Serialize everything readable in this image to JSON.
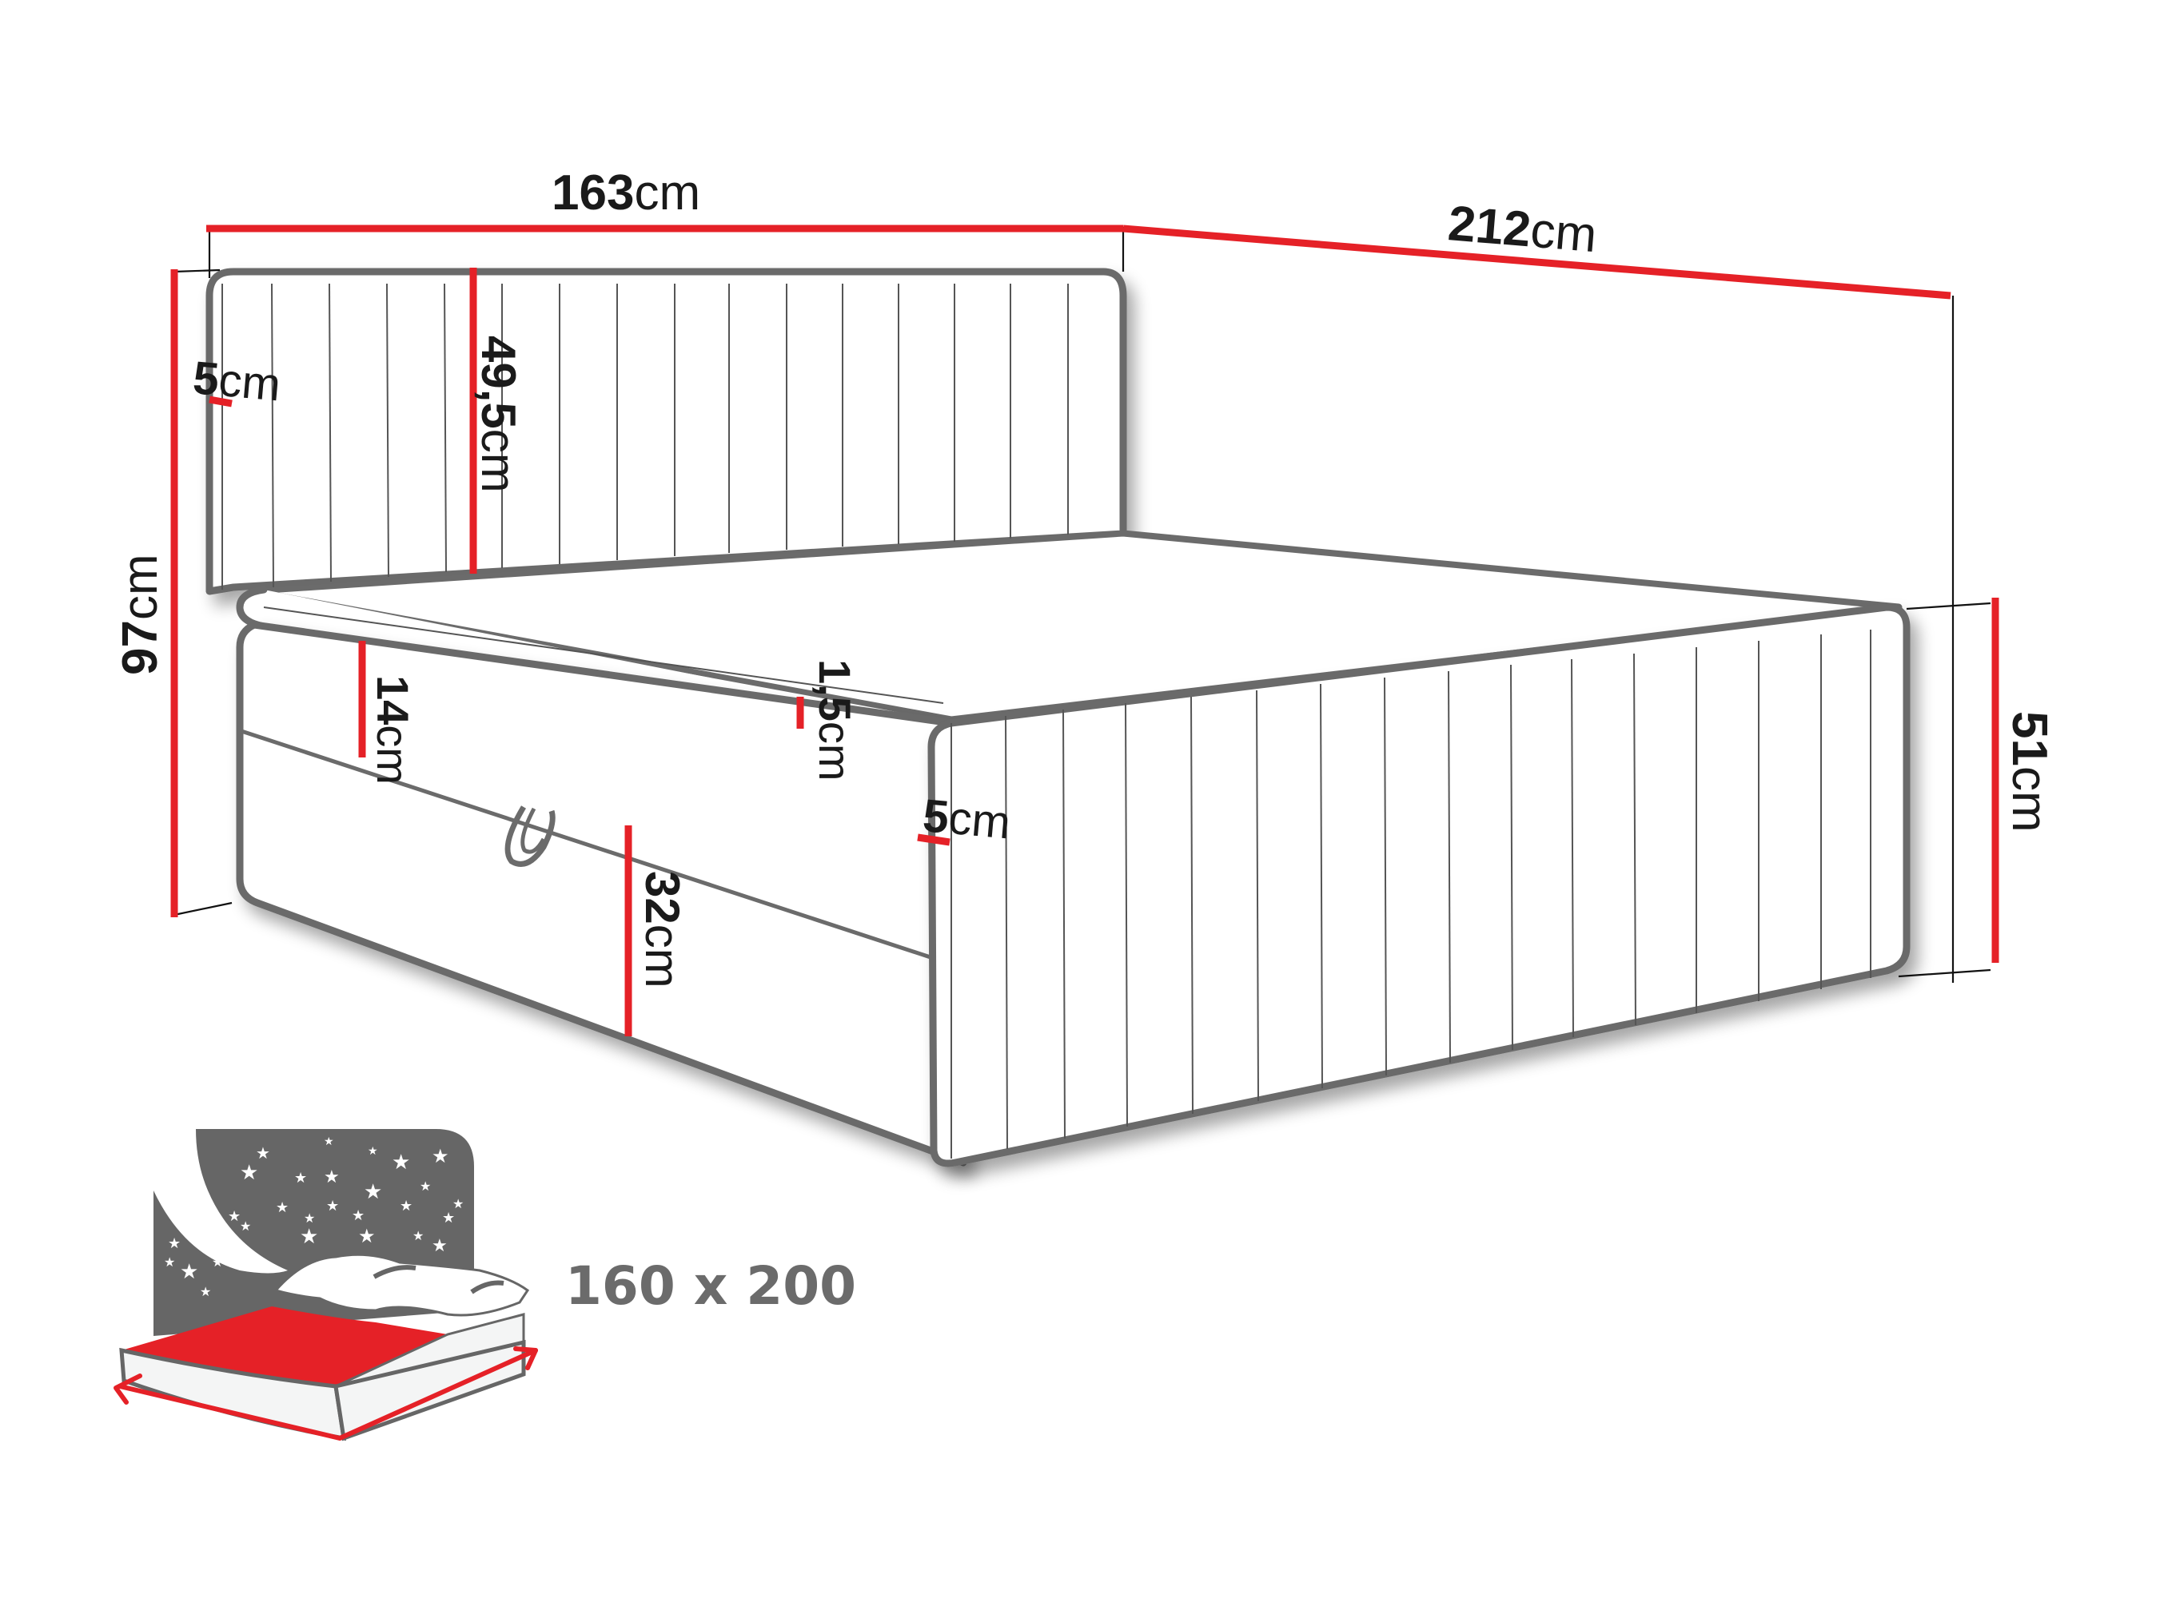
{
  "diagram": {
    "type": "technical-dimension-drawing",
    "subject": "boxspring bed with vertically channel-tufted headboard and side storage drawer",
    "colors": {
      "outline": "#6b6b6b",
      "dimension_line": "#e52127",
      "label_text": "#1a1a1a",
      "icon_grey": "#666666",
      "icon_red": "#e52127"
    },
    "dimensions": {
      "total_width": {
        "value": "163",
        "unit": "cm"
      },
      "total_length": {
        "value": "212",
        "unit": "cm"
      },
      "total_height": {
        "value": "97",
        "unit": "cm"
      },
      "headboard_thickness": {
        "value": "5",
        "unit": "cm"
      },
      "headboard_height": {
        "value": "49,5",
        "unit": "cm"
      },
      "topper_height": {
        "value": "14",
        "unit": "cm"
      },
      "topper_gap": {
        "value": "1,5",
        "unit": "cm"
      },
      "side_panel_thickness": {
        "value": "5",
        "unit": "cm"
      },
      "base_height": {
        "value": "32",
        "unit": "cm"
      },
      "side_height": {
        "value": "51",
        "unit": "cm"
      }
    },
    "mattress_size_icon": {
      "label": "160 x 200"
    }
  }
}
